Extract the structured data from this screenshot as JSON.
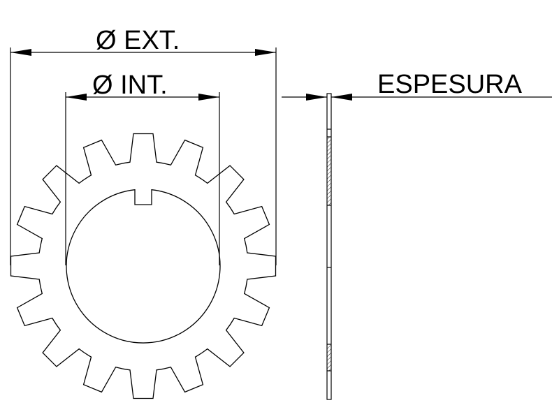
{
  "labels": {
    "outer_diameter": "Ø EXT.",
    "inner_diameter": "Ø INT.",
    "thickness": "ESPESURA"
  },
  "colors": {
    "background": "#ffffff",
    "line": "#000000"
  },
  "washer": {
    "outer_teeth_count": 16,
    "inner_tab_count": 1
  }
}
